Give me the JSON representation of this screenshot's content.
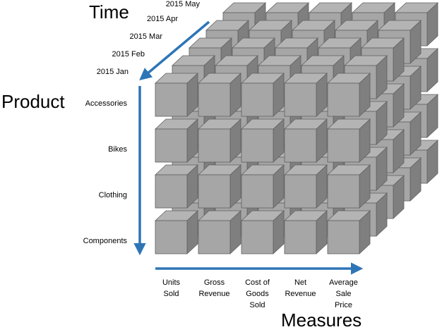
{
  "axes": {
    "time_title": "Time",
    "product_title": "Product",
    "measures_title": "Measures"
  },
  "time_periods": [
    "2015 Jan",
    "2015 Feb",
    "2015 Mar",
    "2015 Apr",
    "2015 May"
  ],
  "products": [
    "Accessories",
    "Bikes",
    "Clothing",
    "Components"
  ],
  "measures": [
    [
      "Units",
      "Sold"
    ],
    [
      "Gross",
      "Revenue"
    ],
    [
      "Cost of",
      "Goods",
      "Sold"
    ],
    [
      "Net",
      "Revenue"
    ],
    [
      "Average",
      "Sale",
      "Price"
    ]
  ],
  "colors": {
    "cube_front": "#a6a6a6",
    "cube_top": "#b4b4b4",
    "cube_side": "#7f7f7f",
    "cube_edge": "#5f5f5f",
    "arrow": "#2e75b6"
  }
}
